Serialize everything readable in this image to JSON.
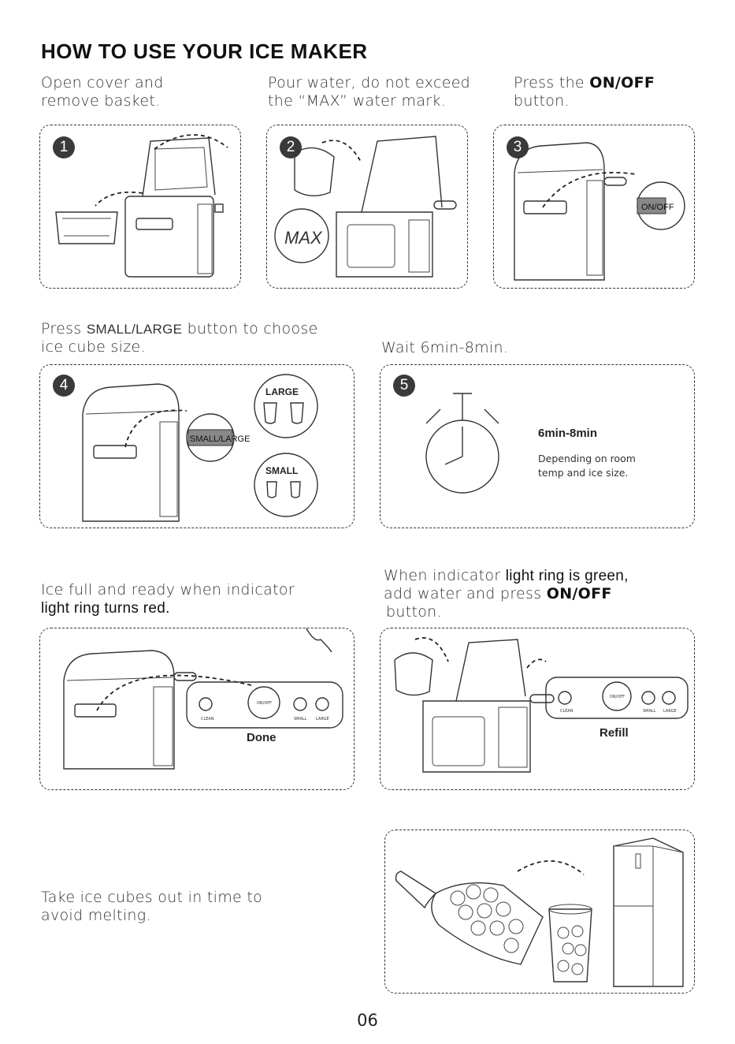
{
  "title": "HOW TO USE YOUR ICE MAKER",
  "steps": {
    "s1": {
      "number": "1",
      "line1": "Open cover and",
      "line2": "remove basket."
    },
    "s2": {
      "number": "2",
      "line1": "Pour water, do not exceed",
      "line2": "the “MAX” water mark.",
      "max_mark": "MAX"
    },
    "s3": {
      "number": "3",
      "line1a": "Press the ",
      "line1b": "ON/OFF",
      "line2": "button.",
      "button_label": "ON/OFF"
    },
    "s4": {
      "number": "4",
      "line1a": "Press ",
      "line1b": "SMALL/LARGE",
      "line1c": " button to choose",
      "line2": "ice cube size.",
      "button_label": "SMALL/LARGE",
      "large": "LARGE",
      "small": "SMALL"
    },
    "s5": {
      "number": "5",
      "caption": "Wait 6min-8min.",
      "time": "6min-8min",
      "note1": "Depending on room",
      "note2": "temp and ice size."
    },
    "s6": {
      "line1": "Ice full and ready when indicator",
      "line2": "light ring turns red.",
      "status": "Done"
    },
    "s7": {
      "line1a": "When indicator ",
      "line1b": "light ring is green,",
      "line2a": "add water and press ",
      "line2b": "ON/OFF",
      "line3": "button.",
      "status": "Refill"
    },
    "s8": {
      "line1": "Take ice cubes out in time to",
      "line2": "avoid melting."
    }
  },
  "panel_labels": {
    "clean": "CLEAN",
    "onoff": "ON/OFF",
    "small": "SMALL",
    "large": "LARGE"
  },
  "page_number": "06"
}
